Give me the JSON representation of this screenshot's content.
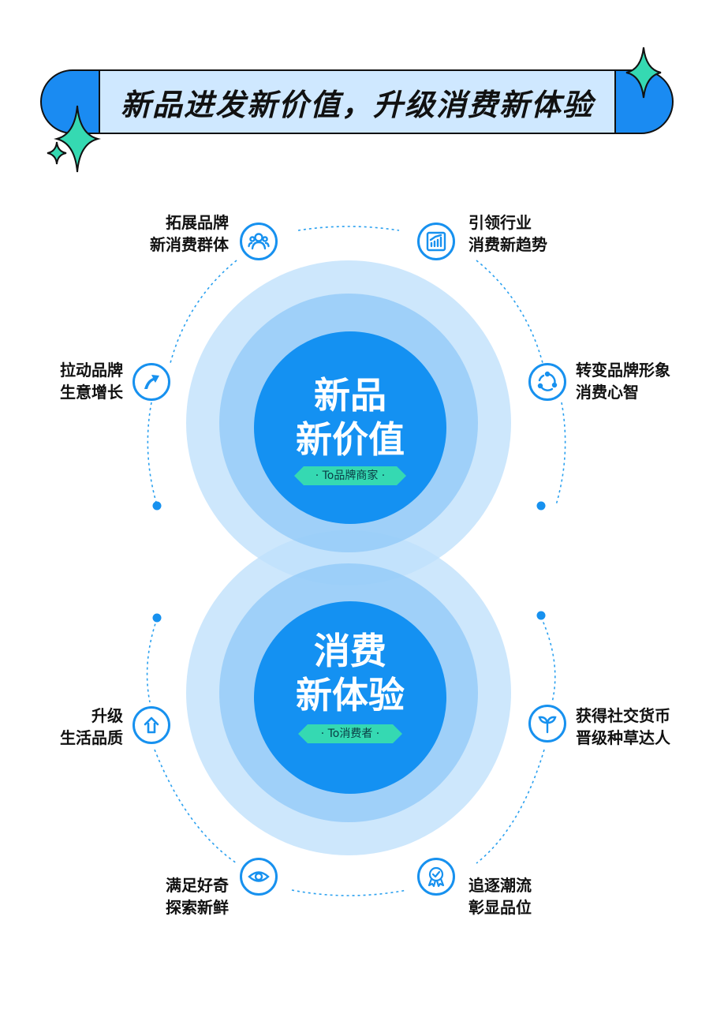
{
  "header": {
    "title": "新品进发新价值，升级消费新体验"
  },
  "top_circle": {
    "line1": "新品",
    "line2": "新价值",
    "tag": "· To品牌商家 ·"
  },
  "bottom_circle": {
    "line1": "消费",
    "line2": "新体验",
    "tag": "· To消费者 ·"
  },
  "items": [
    {
      "line1": "拓展品牌",
      "line2": "新消费群体",
      "icon": "users-icon"
    },
    {
      "line1": "引领行业",
      "line2": "消费新趋势",
      "icon": "bar-chart-icon"
    },
    {
      "line1": "拉动品牌",
      "line2": "生意增长",
      "icon": "growth-arrow-icon"
    },
    {
      "line1": "转变品牌形象",
      "line2": "消费心智",
      "icon": "cycle-icon"
    },
    {
      "line1": "升级",
      "line2": "生活品质",
      "icon": "up-arrow-icon"
    },
    {
      "line1": "获得社交货币",
      "line2": "晋级种草达人",
      "icon": "sprout-icon"
    },
    {
      "line1": "满足好奇",
      "line2": "探索新鲜",
      "icon": "eye-icon"
    },
    {
      "line1": "追逐潮流",
      "line2": "彰显品位",
      "icon": "badge-icon"
    }
  ],
  "colors": {
    "primary_blue": "#1491f2",
    "light_blue": "#bfe0fb",
    "mid_blue": "#8ec8f8",
    "accent_teal": "#35d9b2",
    "banner_fill": "#cfe8ff"
  }
}
